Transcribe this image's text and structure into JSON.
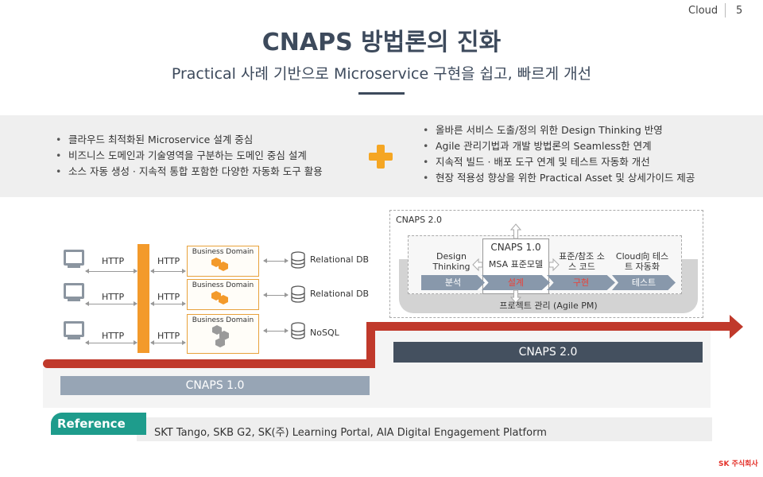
{
  "header": {
    "section": "Cloud",
    "page": "5"
  },
  "title": "CNAPS 방법론의 진화",
  "subtitle": "Practical 사례 기반으로 Microservice 구현을 쉽고, 빠르게 개선",
  "left_bullets": [
    "클라우드 최적화된 Microservice 설계 중심",
    "비즈니스 도메인과 기술영역을 구분하는 도메인 중심 설계",
    "소스 자동 생성 · 지속적 통합 포함한 다양한 자동화 도구 활용"
  ],
  "right_bullets": [
    "올바른 서비스 도출/정의 위한 Design Thinking 반영",
    "Agile 관리기법과 개발 방법론의 Seamless한 연계",
    "지속적 빌드 · 배포 도구 연계 및 테스트 자동화 개선",
    "현장 적용성 향상을 위한 Practical Asset 및 상세가이드 제공"
  ],
  "cnaps1_diagram": {
    "rows": [
      {
        "http_left": "HTTP",
        "http_right": "HTTP",
        "domain": "Business  Domain",
        "db": "Relational DB"
      },
      {
        "http_left": "HTTP",
        "http_right": "HTTP",
        "domain": "Business  Domain",
        "db": "Relational DB"
      },
      {
        "http_left": "HTTP",
        "http_right": "HTTP",
        "domain": "Business  Domain",
        "db": "NoSQL"
      }
    ],
    "bar_label": "CNAPS 1.0"
  },
  "cnaps2_diagram": {
    "box_label": "CNAPS 2.0",
    "pm_label": "프로젝트 관리 (Agile PM)",
    "phases": [
      {
        "title": "Design Thinking",
        "step": "분석"
      },
      {
        "title": "CNAPS 1.0",
        "sub": "MSA 표준모델",
        "step": "설계"
      },
      {
        "title": "표준/참조 소스 코드",
        "step": "구현"
      },
      {
        "title": "Cloud向 테스트 자동화",
        "step": "테스트"
      }
    ],
    "bar_label": "CNAPS 2.0"
  },
  "reference": {
    "label": "Reference",
    "text": "SKT Tango,  SKB G2, SK(주) Learning Portal, AIA Digital Engagement Platform"
  },
  "logo": {
    "text": "SK 주식회사"
  },
  "colors": {
    "accent_orange": "#f39a2b",
    "road_red": "#c0392b",
    "dark_navy": "#44505f",
    "teal": "#1e9c8c"
  }
}
